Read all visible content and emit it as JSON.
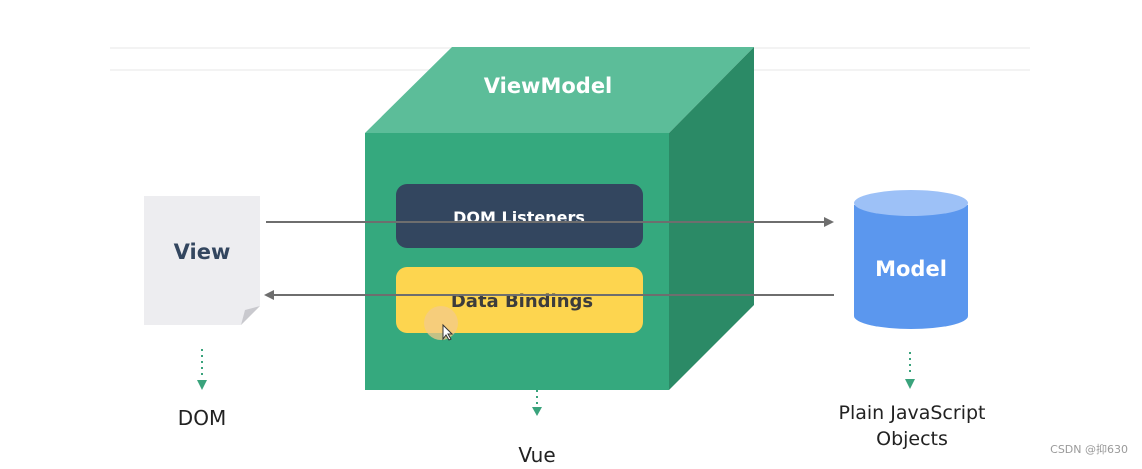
{
  "viewmodel": {
    "title": "ViewModel",
    "caption": "Vue"
  },
  "dom_listeners": {
    "label": "DOM Listeners"
  },
  "data_bindings": {
    "label": "Data Bindings"
  },
  "view": {
    "label": "View",
    "caption": "DOM"
  },
  "model": {
    "label": "Model",
    "caption_line1": "Plain JavaScript",
    "caption_line2": "Objects"
  },
  "watermark": "CSDN @抑630",
  "colors": {
    "cube_front": "#35a97e",
    "cube_top": "#5cbd99",
    "cube_side": "#2b8a66",
    "listeners_bg": "#33465f",
    "bindings_bg": "#fdd54f",
    "model_body": "#5b97ee",
    "model_top": "#9dc1f7",
    "view_page": "#ededf0",
    "arrow": "#6e6e6e",
    "down_arrow": "#3aa37c"
  },
  "icons": [
    "document-icon",
    "database-cylinder-icon",
    "cursor-icon"
  ]
}
